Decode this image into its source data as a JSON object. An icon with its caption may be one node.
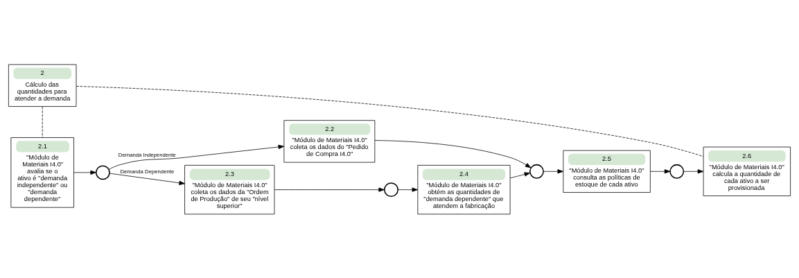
{
  "diagram": {
    "nodes": [
      {
        "text": [
          "2",
          "Cálculo das quantidades para atender a demanda"
        ]
      },
      {
        "text": [
          "2.1",
          "\"Módulo de Materiais I4.0\" avalia se o ativo é \"demanda independente\" ou \"demanda dependente\""
        ]
      },
      {
        "text": [],
        "shape": "circle"
      },
      {
        "text": [
          "2.2",
          "\"Módulo de Materiais I4.0\" coleta os dados do \"Pedido de Compra I4.0\""
        ]
      },
      {
        "text": [
          "2.3",
          "\"Módulo de Materiais I4.0\" coleta os dados da \"Ordem de Produção\" de seu \"nível superior\""
        ]
      },
      {
        "text": [],
        "shape": "circle"
      },
      {
        "text": [
          "2.4",
          "\"Módulo de Materiais I4.0\" obtém as quantidades de \"demanda dependente\" que atendem a fabricação"
        ]
      },
      {
        "text": [],
        "shape": "circle"
      },
      {
        "text": [
          "2.5",
          "\"Módulo de Materiais I4.0\" consulta as políticas de estoque de cada ativo"
        ]
      },
      {
        "text": [],
        "shape": "circle"
      },
      {
        "text": [
          "2.6",
          "\"Módulo de Materiais I4.0\" calcula a quantidade de cada ativo a ser provisionada"
        ]
      }
    ],
    "edges": [
      {
        "from": 0,
        "to": 1,
        "arrow": "none",
        "style": "dashed"
      },
      {
        "from": 0,
        "to": 10,
        "arrow": "none",
        "style": "dashed"
      },
      {
        "from": 1,
        "to": 2,
        "arrow": "to"
      },
      {
        "from": 2,
        "to": 3,
        "arrow": "to",
        "label": "Demanda Independente"
      },
      {
        "from": 2,
        "to": 4,
        "arrow": "to",
        "label": "Demanda Dependente"
      },
      {
        "from": 4,
        "to": 5,
        "arrow": "to"
      },
      {
        "from": 5,
        "to": 6,
        "arrow": "to"
      },
      {
        "from": 3,
        "to": 7,
        "arrow": "to"
      },
      {
        "from": 6,
        "to": 7,
        "arrow": "to"
      },
      {
        "from": 7,
        "to": 8,
        "arrow": "to"
      },
      {
        "from": 8,
        "to": 9,
        "arrow": "to"
      },
      {
        "from": 9,
        "to": 10,
        "arrow": "to"
      }
    ]
  }
}
